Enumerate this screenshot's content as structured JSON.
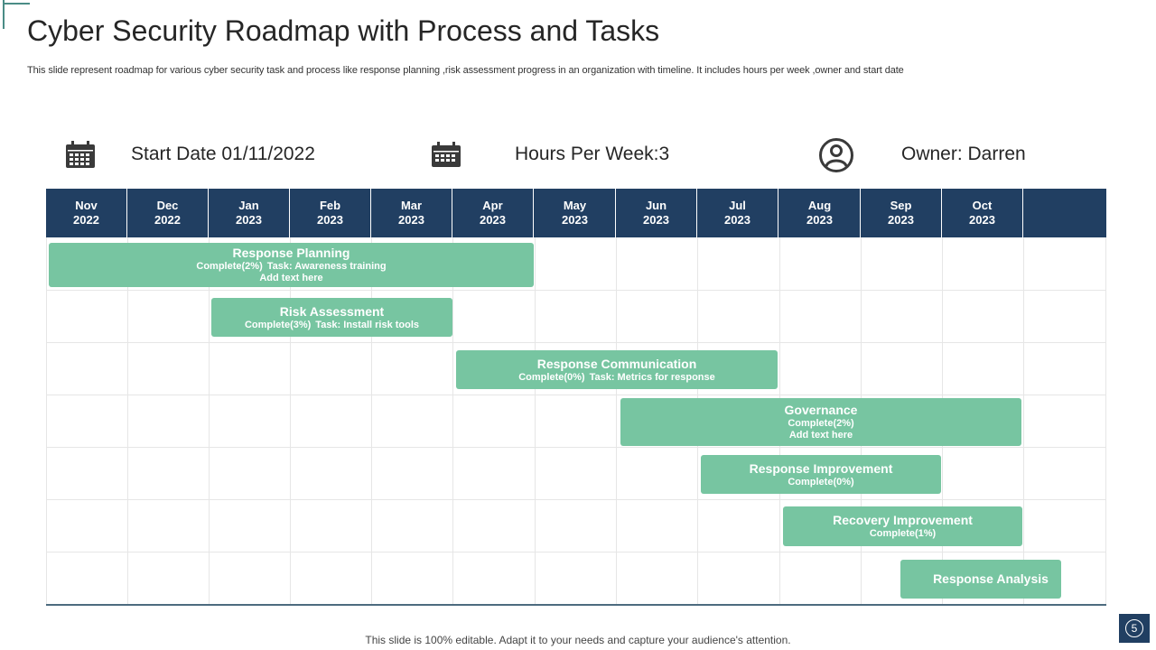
{
  "slide": {
    "title": "Cyber Security Roadmap with Process and Tasks",
    "subtitle": "This slide represent roadmap for various cyber security task and process like response planning ,risk assessment progress in an organization with timeline. It includes hours per week ,owner and start date",
    "footer": "This slide is 100% editable. Adapt it to your needs and capture your audience's attention.",
    "page_number": "5"
  },
  "info": {
    "start_date": "Start Date 01/11/2022",
    "hours": "Hours  Per Week:3",
    "owner": "Owner:  Darren"
  },
  "months": [
    {
      "m": "Nov",
      "y": "2022"
    },
    {
      "m": "Dec",
      "y": "2022"
    },
    {
      "m": "Jan",
      "y": "2023"
    },
    {
      "m": "Feb",
      "y": "2023"
    },
    {
      "m": "Mar",
      "y": "2023"
    },
    {
      "m": "Apr",
      "y": "2023"
    },
    {
      "m": "May",
      "y": "2023"
    },
    {
      "m": "Jun",
      "y": "2023"
    },
    {
      "m": "Jul",
      "y": "2023"
    },
    {
      "m": "Aug",
      "y": "2023"
    },
    {
      "m": "Sep",
      "y": "2023"
    },
    {
      "m": "Oct",
      "y": "2023"
    }
  ],
  "tasks": [
    {
      "title": "Response Planning",
      "complete": "Complete(2%)",
      "task": "Task: Awareness training",
      "note": "Add text here"
    },
    {
      "title": "Risk Assessment",
      "complete": "Complete(3%)",
      "task": "Task: Install risk tools"
    },
    {
      "title": "Response Communication",
      "complete": "Complete(0%)",
      "task": "Task: Metrics for response"
    },
    {
      "title": "Governance",
      "complete": "Complete(2%)",
      "note": "Add text here"
    },
    {
      "title": "Response Improvement",
      "complete": "Complete(0%)"
    },
    {
      "title": "Recovery Improvement",
      "complete": "Complete(1%)"
    },
    {
      "title": "Response Analysis"
    }
  ],
  "colors": {
    "header": "#213f62",
    "bar": "#77c5a1",
    "accent": "#4a8c86"
  },
  "icons": [
    "calendar-icon",
    "calendar-icon",
    "user-circle-icon"
  ]
}
